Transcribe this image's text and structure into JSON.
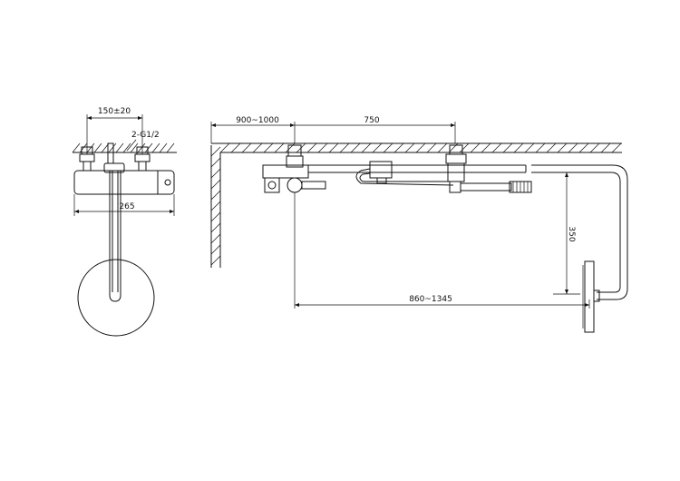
{
  "dimensions": {
    "inlet_spacing": "150±20",
    "inlet_thread": "2-G1/2",
    "body_width": "265",
    "wall_offset": "900~1000",
    "rail_span": "750",
    "drop_height": "350",
    "arm_reach": "860~1345"
  },
  "colors": {
    "line": "#111111",
    "background": "#ffffff"
  }
}
